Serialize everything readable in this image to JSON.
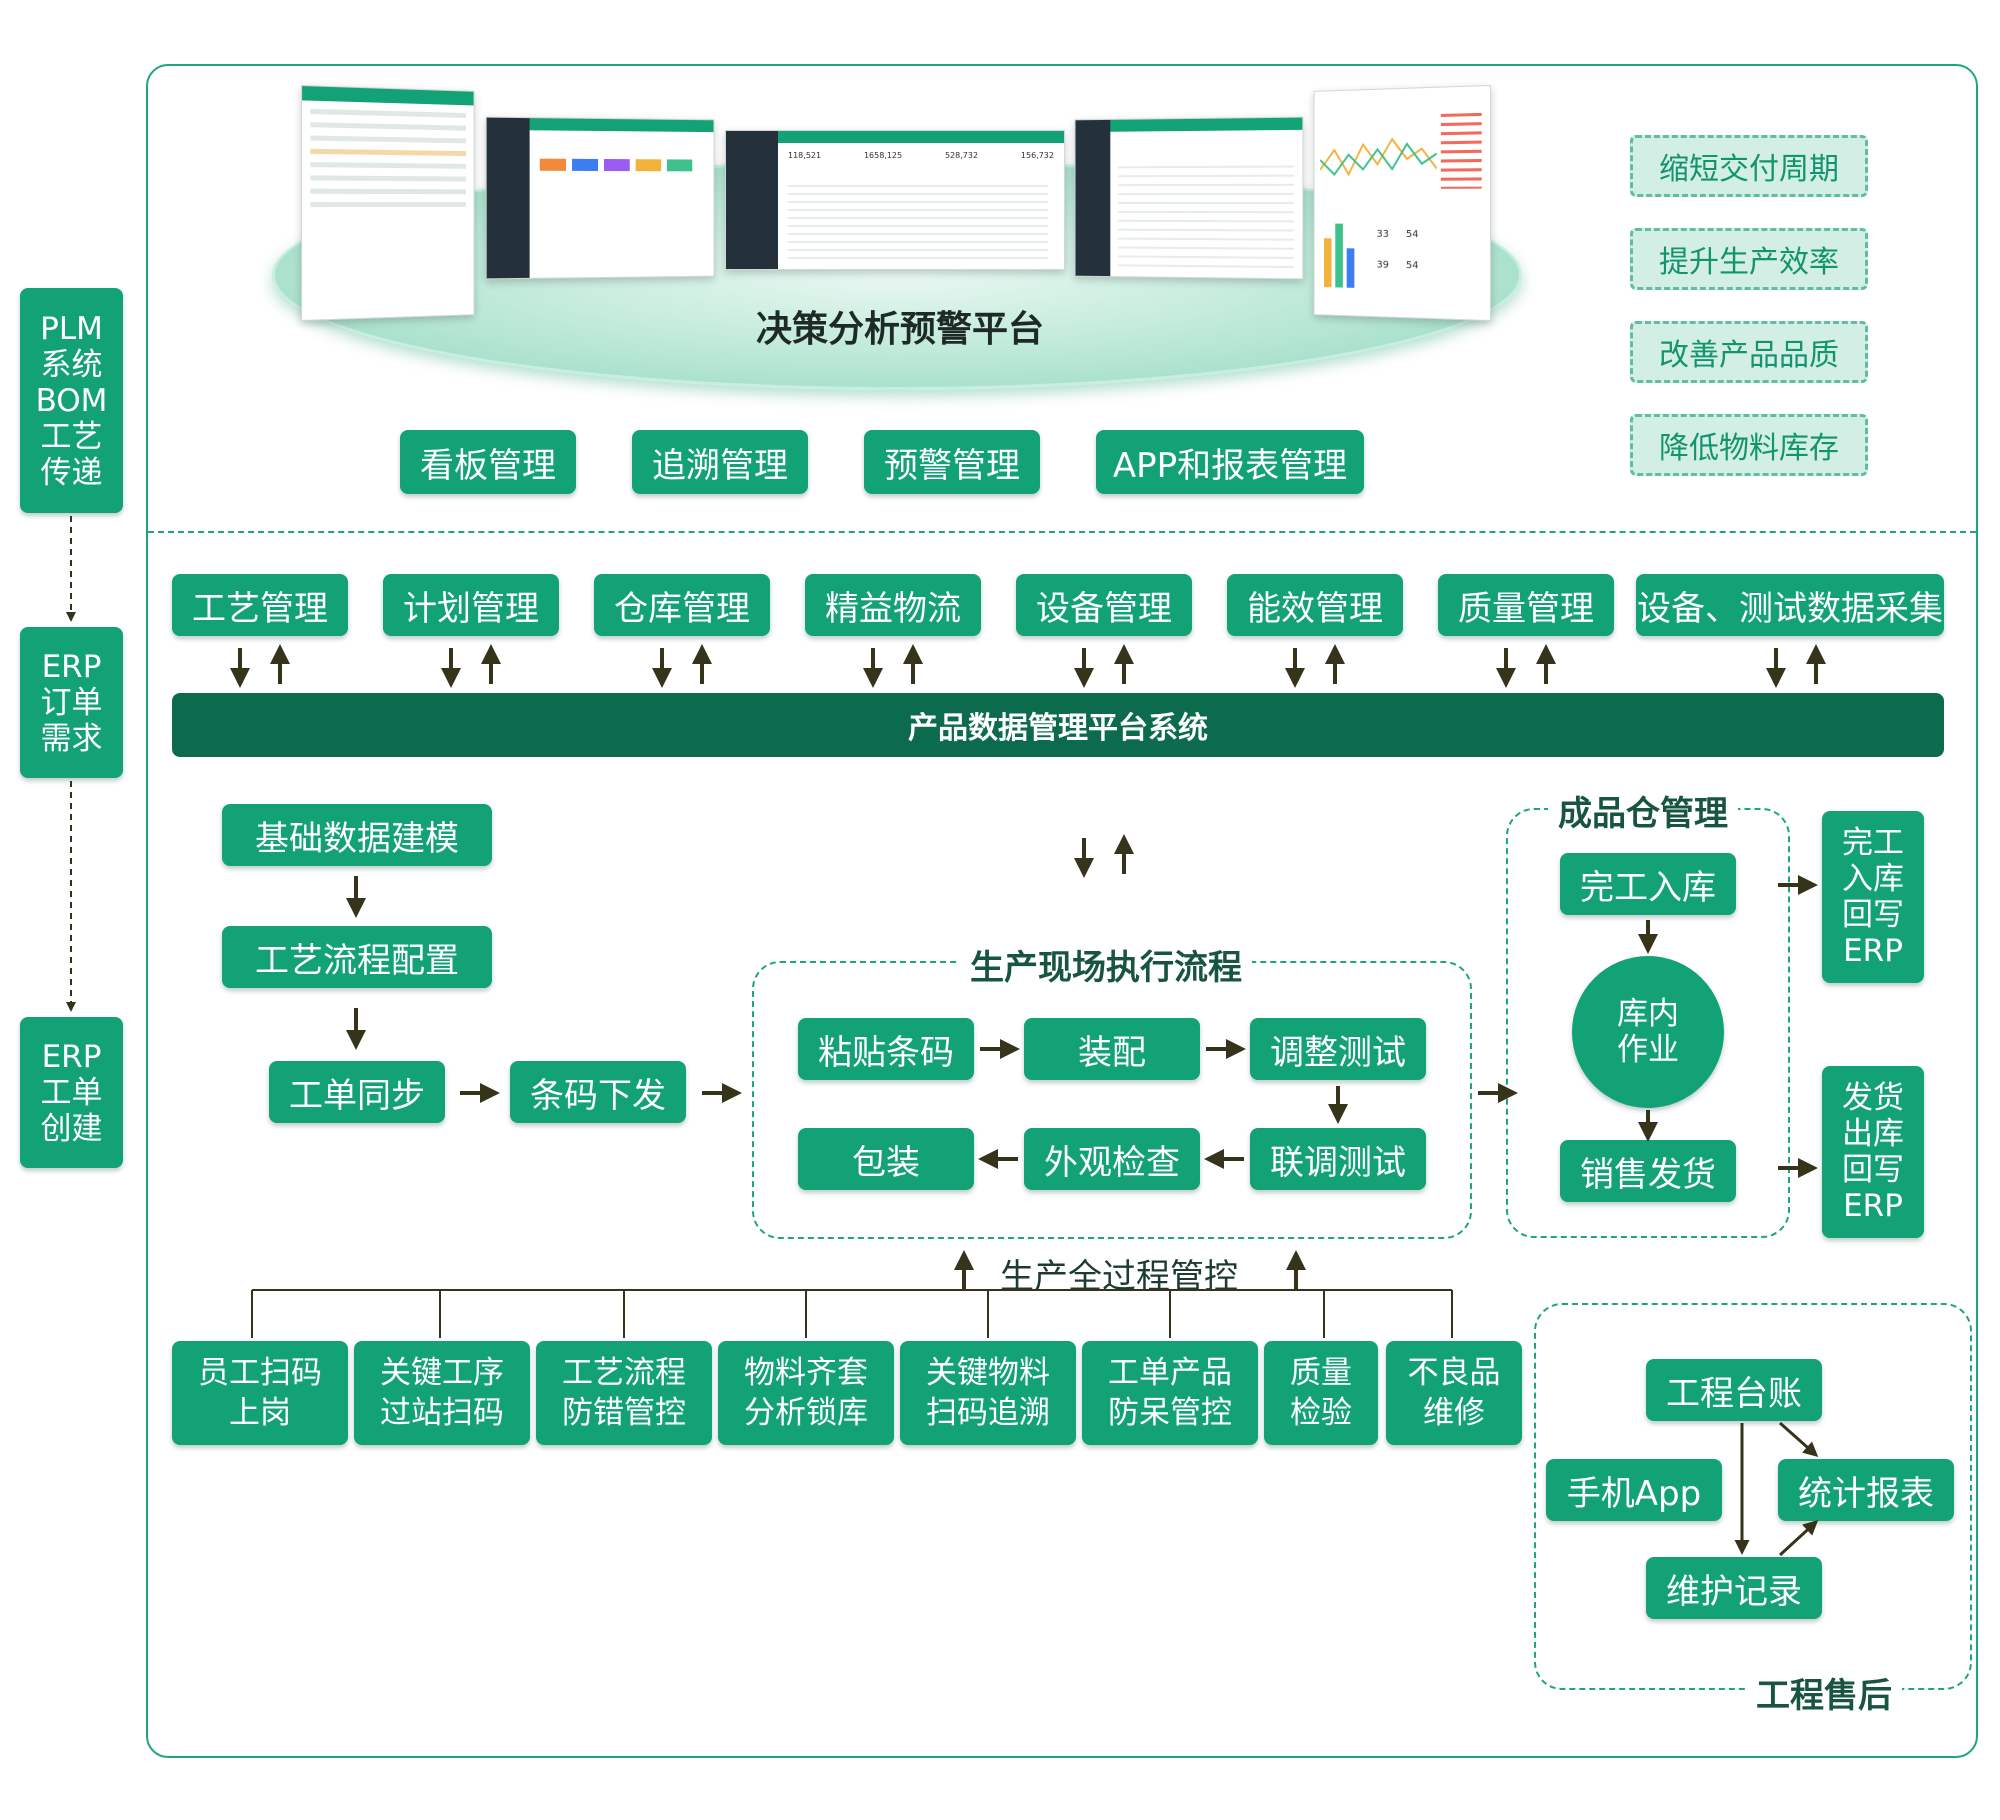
{
  "left_column": {
    "plm": "PLM\n系统\nBOM\n工艺\n传递",
    "erp_order": "ERP\n订单\n需求",
    "erp_work": "ERP\n工单\n创建"
  },
  "decision_platform": {
    "title": "决策分析预警平台",
    "modules": [
      "看板管理",
      "追溯管理",
      "预警管理",
      "APP和报表管理"
    ]
  },
  "benefits": [
    "缩短交付周期",
    "提升生产效率",
    "改善产品品质",
    "降低物料库存"
  ],
  "modules_row": [
    "工艺管理",
    "计划管理",
    "仓库管理",
    "精益物流",
    "设备管理",
    "能效管理",
    "质量管理",
    "设备、测试数据采集"
  ],
  "pdm_bar": "产品数据管理平台系统",
  "prep_flow": {
    "modeling": "基础数据建模",
    "process_config": "工艺流程配置",
    "work_sync": "工单同步",
    "barcode_issue": "条码下发"
  },
  "execution": {
    "title": "生产现场执行流程",
    "steps": [
      "粘贴条码",
      "装配",
      "调整测试",
      "联调测试",
      "外观检查",
      "包装"
    ]
  },
  "finished_goods": {
    "title": "成品仓管理",
    "inbound": "完工入库",
    "operation": "库内\n作业",
    "shipping": "销售发货",
    "erp_inbound": "完工\n入库\n回写\nERP",
    "erp_outbound": "发货\n出库\n回写\nERP"
  },
  "process_control": {
    "title": "生产全过程管控",
    "items": [
      "员工扫码\n上岗",
      "关键工序\n过站扫码",
      "工艺流程\n防错管控",
      "物料齐套\n分析锁库",
      "关键物料\n扫码追溯",
      "工单产品\n防呆管控",
      "质量\n检验",
      "不良品\n维修"
    ]
  },
  "after_sales": {
    "title": "工程售后",
    "ledger": "工程台账",
    "mobile_app": "手机App",
    "stats": "统计报表",
    "maintenance": "维护记录"
  },
  "screens": [
    {
      "kpis": []
    },
    {
      "kpis": []
    },
    {
      "kpis": [
        "118,521",
        "1658,125",
        "528,732",
        "156,732"
      ]
    },
    {
      "kpis": []
    },
    {
      "kpis": [
        "33",
        "54",
        "39",
        "54"
      ]
    }
  ],
  "colors": {
    "primary": "#13a276",
    "dark_bar": "#0b6b4c",
    "arrow": "#36331b",
    "benefit_bg": "#d3eee4"
  }
}
